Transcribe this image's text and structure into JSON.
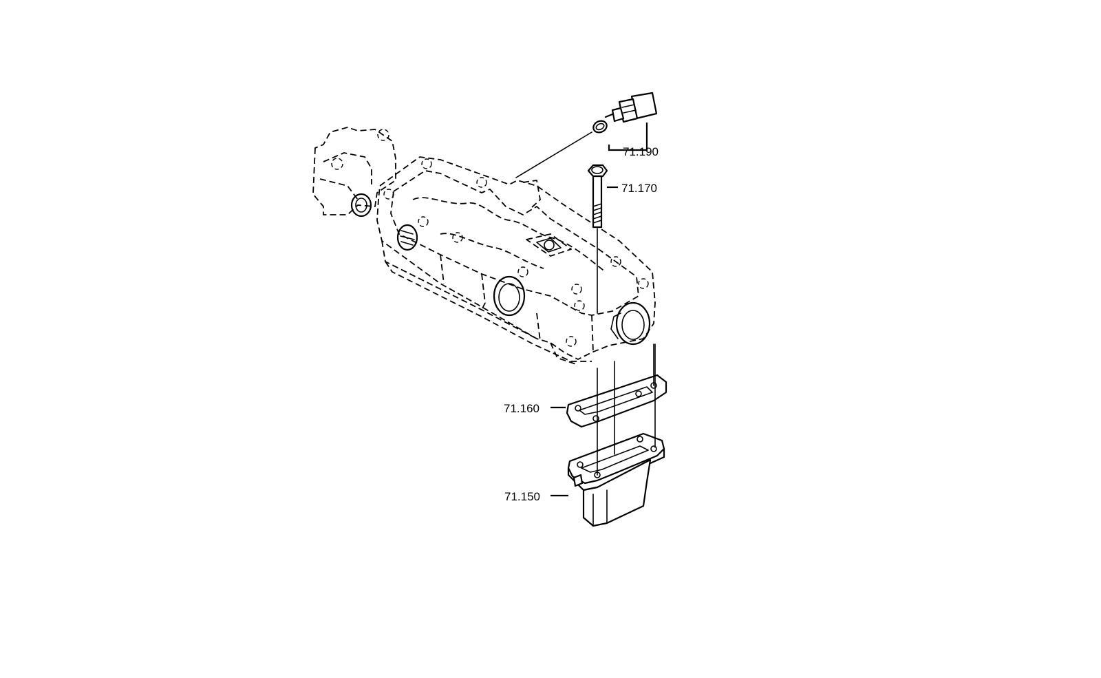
{
  "callouts": {
    "part_190": "71.190",
    "part_170": "71.170",
    "part_160": "71.160",
    "part_150": "71.150"
  }
}
